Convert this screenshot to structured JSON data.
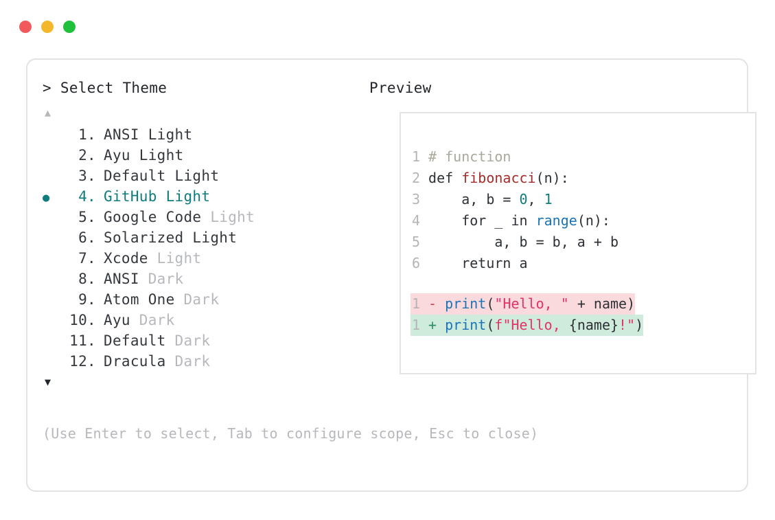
{
  "window": {
    "traffic_lights": [
      {
        "name": "close",
        "color": "#f1595b"
      },
      {
        "name": "minimize",
        "color": "#f3b72b"
      },
      {
        "name": "maximize",
        "color": "#1fc03b"
      }
    ]
  },
  "left_panel": {
    "prompt": "> Select Theme",
    "scroll_up_icon": "▲",
    "scroll_down_icon": "▼",
    "selected_index": 4,
    "selected_bullet": "●",
    "themes": [
      {
        "num": "1.",
        "name": "ANSI Light",
        "suffix": "",
        "selected": false
      },
      {
        "num": "2.",
        "name": "Ayu Light",
        "suffix": "",
        "selected": false
      },
      {
        "num": "3.",
        "name": "Default Light",
        "suffix": "",
        "selected": false
      },
      {
        "num": "4.",
        "name": "GitHub Light",
        "suffix": "",
        "selected": true
      },
      {
        "num": "5.",
        "name": "Google Code",
        "suffix": "Light",
        "selected": false
      },
      {
        "num": "6.",
        "name": "Solarized Light",
        "suffix": "",
        "selected": false
      },
      {
        "num": "7.",
        "name": "Xcode",
        "suffix": "Light",
        "selected": false
      },
      {
        "num": "8.",
        "name": "ANSI",
        "suffix": "Dark",
        "selected": false
      },
      {
        "num": "9.",
        "name": "Atom One",
        "suffix": "Dark",
        "selected": false
      },
      {
        "num": "10.",
        "name": "Ayu",
        "suffix": "Dark",
        "selected": false
      },
      {
        "num": "11.",
        "name": "Default",
        "suffix": "Dark",
        "selected": false
      },
      {
        "num": "12.",
        "name": "Dracula",
        "suffix": "Dark",
        "selected": false
      }
    ]
  },
  "right_panel": {
    "title": "Preview",
    "code": {
      "line1_num": "1",
      "line1_comment": "# function",
      "line2_num": "2",
      "line2_kw": "def ",
      "line2_func": "fibonacci",
      "line2_rest": "(n):",
      "line3_num": "3",
      "line3_a": "    a, b = ",
      "line3_zero": "0",
      "line3_comma": ", ",
      "line3_one": "1",
      "line4_num": "4",
      "line4_a": "    for _ in ",
      "line4_builtin": "range",
      "line4_rest": "(n):",
      "line5_num": "5",
      "line5_text": "        a, b = b, a + b",
      "line6_num": "6",
      "line6_text": "    return a"
    },
    "diff": {
      "del_num": "1",
      "del_sign": "- ",
      "del_fn": "print",
      "del_open": "(",
      "del_string": "\"Hello, \"",
      "del_tail": " + name)",
      "add_num": "1",
      "add_sign": "+ ",
      "add_fn": "print",
      "add_open": "(",
      "add_string_start": "f\"Hello, ",
      "add_expr": "{name}",
      "add_string_end": "!\"",
      "add_close": ")"
    }
  },
  "footer": {
    "hint": "(Use Enter to select, Tab to configure scope, Esc to close)"
  },
  "colors": {
    "accent_teal": "#0f7c7c",
    "diff_del_bg": "#fadadd",
    "diff_add_bg": "#cfebdc",
    "muted": "#b6b8bc",
    "border": "#e3e3e5"
  }
}
